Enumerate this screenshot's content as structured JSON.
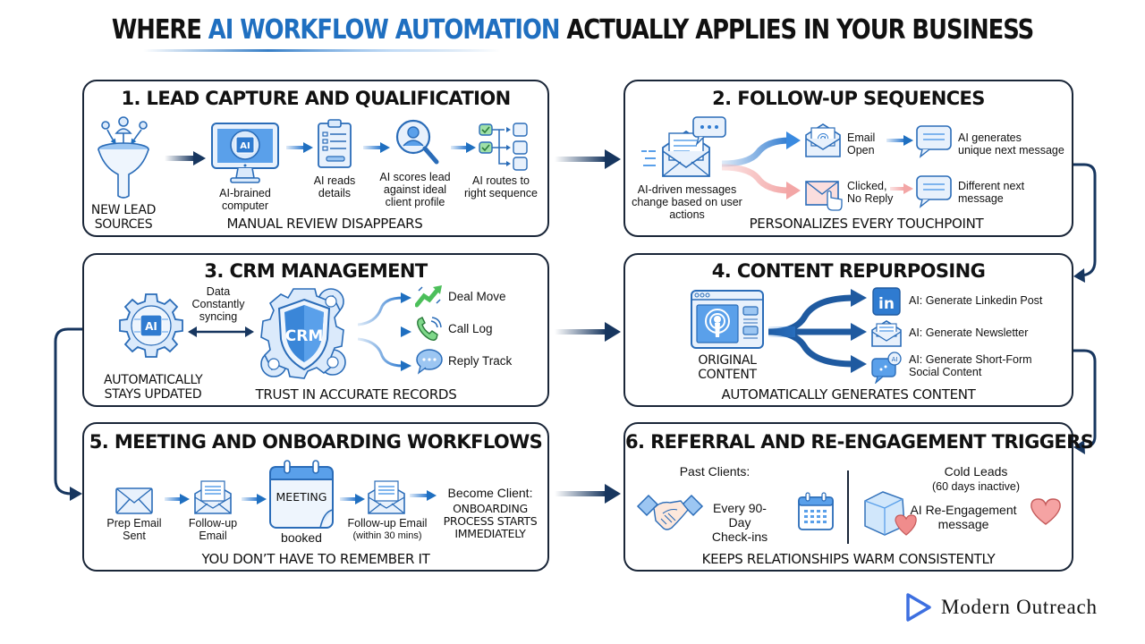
{
  "title": {
    "prefix": "WHERE ",
    "highlight": "AI WORKFLOW AUTOMATION",
    "suffix": " ACTUALLY APPLIES IN YOUR BUSINESS"
  },
  "colors": {
    "accent": "#1f6fc0",
    "panel_border": "#1a2638",
    "icon_fill": "#dbeafb",
    "icon_stroke": "#2a6cb8",
    "arrow_dark": "#17365f",
    "positive": "#4cbf5a",
    "negative": "#f3a6a6",
    "heart": "#f08c8c",
    "brand": "#3d6fe0"
  },
  "panels": [
    {
      "title": "1. LEAD CAPTURE AND QUALIFICATION",
      "footer": "MANUAL REVIEW DISAPPEARS",
      "steps": [
        {
          "icon": "funnel-icon",
          "label": "NEW LEAD\nSOURCES"
        },
        {
          "icon": "ai-computer-icon",
          "label": "AI-brained\ncomputer"
        },
        {
          "icon": "clipboard-icon",
          "label": "AI reads\ndetails"
        },
        {
          "icon": "magnifier-user-icon",
          "label": "AI scores lead\nagainst ideal\nclient profile"
        },
        {
          "icon": "routing-icon",
          "label": "AI routes to\nright sequence"
        }
      ]
    },
    {
      "title": "2. FOLLOW-UP SEQUENCES",
      "footer": "PERSONALIZES EVERY TOUCHPOINT",
      "source": {
        "icon": "envelope-chat-icon",
        "label": "AI-driven messages\nchange based on user\nactions"
      },
      "branches": [
        {
          "trigger_icon": "email-open-icon",
          "trigger": "Email\nOpen",
          "result_icon": "chat-bubble-icon",
          "result": "AI generates\nunique next message"
        },
        {
          "trigger_icon": "clicked-envelope-icon",
          "trigger": "Clicked,\nNo Reply",
          "result_icon": "chat-bubble-icon",
          "result": "Different next\nmessage"
        }
      ]
    },
    {
      "title": "3. CRM MANAGEMENT",
      "footer": "TRUST IN ACCURATE RECORDS",
      "ai_label": "AUTOMATICALLY\nSTAYS UPDATED",
      "sync_label": "Data\nConstantly\nsyncing",
      "crm_label": "CRM",
      "ai_chip": "AI",
      "outputs": [
        {
          "icon": "trend-up-icon",
          "label": "Deal Move"
        },
        {
          "icon": "phone-icon",
          "label": "Call Log"
        },
        {
          "icon": "speech-bubble-icon",
          "label": "Reply Track"
        }
      ]
    },
    {
      "title": "4. CONTENT REPURPOSING",
      "footer": "AUTOMATICALLY GENERATES CONTENT",
      "source": {
        "icon": "podcast-window-icon",
        "label": "ORIGINAL\nCONTENT"
      },
      "outputs": [
        {
          "icon": "linkedin-icon",
          "label": "AI: Generate Linkedin Post"
        },
        {
          "icon": "newsletter-icon",
          "label": "AI: Generate Newsletter"
        },
        {
          "icon": "social-bubble-icon",
          "label": "AI: Generate Short-Form\nSocial Content"
        }
      ]
    },
    {
      "title": "5. MEETING AND ONBOARDING WORKFLOWS",
      "footer": "YOU DON’T HAVE TO REMEMBER IT",
      "meeting_label": "MEETING",
      "steps": [
        {
          "icon": "envelope-icon",
          "label": "Prep Email\nSent"
        },
        {
          "icon": "envelope-letter-icon",
          "label": "Follow-up\nEmail"
        },
        {
          "icon": "calendar-icon",
          "label": "booked"
        },
        {
          "icon": "envelope-letter-icon",
          "label": "Follow-up Email",
          "sublabel": "(within 30 mins)"
        },
        {
          "icon": "",
          "label": "Become Client:",
          "sublabel": "ONBOARDING\nPROCESS STARTS\nIMMEDIATELY"
        }
      ]
    },
    {
      "title": "6. REFERRAL AND RE-ENGAGEMENT TRIGGERS",
      "footer": "KEEPS RELATIONSHIPS WARM CONSISTENTLY",
      "left": {
        "heading": "Past Clients:",
        "icon": "handshake-icon",
        "label": "Every 90-Day\nCheck-ins",
        "icon2": "calendar-icon"
      },
      "right": {
        "heading": "Cold Leads",
        "subheading": "(60 days inactive)",
        "icon": "ice-cube-icon",
        "label": "AI Re-Engagement\nmessage",
        "icon2": "heart-icon"
      }
    }
  ],
  "brand": {
    "name": "Modern Outreach",
    "icon": "play-triangle-icon"
  }
}
